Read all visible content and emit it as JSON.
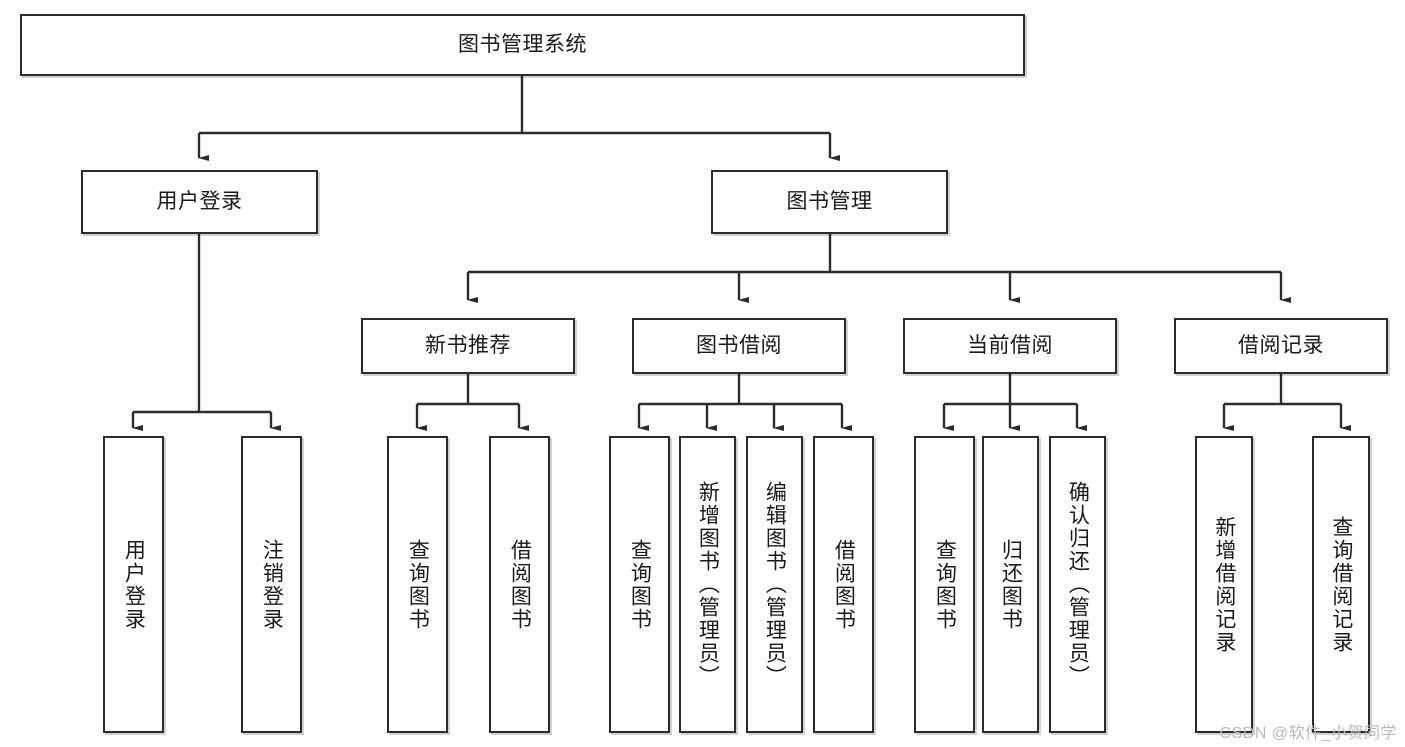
{
  "diagram": {
    "type": "tree-hierarchy",
    "title": "图书管理系统",
    "watermark": "CSDN @软件_小贺同学",
    "colors": {
      "box_border": "#2b2b2b",
      "box_fill": "#ffffff",
      "connector": "#2b2b2b",
      "watermark": "#b9b9b9",
      "background": "#ffffff"
    },
    "nodes": {
      "root": {
        "label": "图书管理系统",
        "orientation": "horizontal"
      },
      "level2": [
        {
          "id": "user-login",
          "label": "用户登录",
          "orientation": "horizontal"
        },
        {
          "id": "book-manage",
          "label": "图书管理",
          "orientation": "horizontal"
        }
      ],
      "level3": [
        {
          "id": "new-book-recommend",
          "label": "新书推荐",
          "orientation": "horizontal"
        },
        {
          "id": "book-borrow",
          "label": "图书借阅",
          "orientation": "horizontal"
        },
        {
          "id": "current-borrow",
          "label": "当前借阅",
          "orientation": "horizontal"
        },
        {
          "id": "borrow-record",
          "label": "借阅记录",
          "orientation": "horizontal"
        }
      ],
      "leaves": [
        {
          "id": "leaf-user-login",
          "label": "用户登录",
          "parent": "user-login",
          "orientation": "vertical"
        },
        {
          "id": "leaf-user-logout",
          "label": "注销登录",
          "parent": "user-login",
          "orientation": "vertical"
        },
        {
          "id": "leaf-query-book-1",
          "label": "查询图书",
          "parent": "new-book-recommend",
          "orientation": "vertical"
        },
        {
          "id": "leaf-borrow-book-1",
          "label": "借阅图书",
          "parent": "new-book-recommend",
          "orientation": "vertical"
        },
        {
          "id": "leaf-query-book-2",
          "label": "查询图书",
          "parent": "book-borrow",
          "orientation": "vertical"
        },
        {
          "id": "leaf-add-book",
          "label": "新增图书（管理员）",
          "parent": "book-borrow",
          "orientation": "vertical"
        },
        {
          "id": "leaf-edit-book",
          "label": "编辑图书（管理员）",
          "parent": "book-borrow",
          "orientation": "vertical"
        },
        {
          "id": "leaf-borrow-book-2",
          "label": "借阅图书",
          "parent": "book-borrow",
          "orientation": "vertical"
        },
        {
          "id": "leaf-query-book-3",
          "label": "查询图书",
          "parent": "current-borrow",
          "orientation": "vertical"
        },
        {
          "id": "leaf-return-book",
          "label": "归还图书",
          "parent": "current-borrow",
          "orientation": "vertical"
        },
        {
          "id": "leaf-confirm-return",
          "label": "确认归还（管理员）",
          "parent": "current-borrow",
          "orientation": "vertical"
        },
        {
          "id": "leaf-add-record",
          "label": "新增借阅记录",
          "parent": "borrow-record",
          "orientation": "vertical"
        },
        {
          "id": "leaf-query-record",
          "label": "查询借阅记录",
          "parent": "borrow-record",
          "orientation": "vertical"
        }
      ]
    }
  }
}
